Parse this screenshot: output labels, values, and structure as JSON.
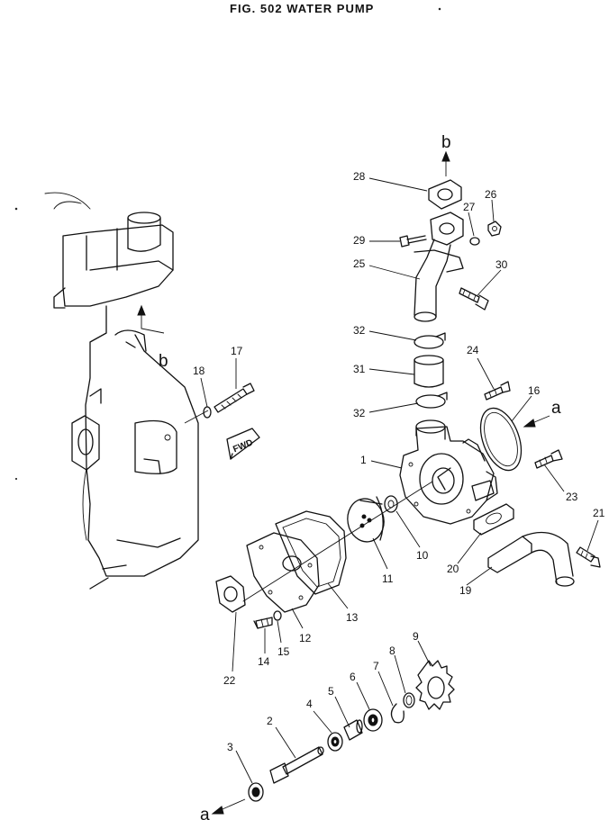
{
  "title": "FIG. 502  WATER PUMP",
  "ref_letters": {
    "b": "b",
    "a": "a"
  },
  "fwd_label": "FWD",
  "labels": {
    "n1": "1",
    "n2": "2",
    "n3": "3",
    "n4": "4",
    "n5": "5",
    "n6": "6",
    "n7": "7",
    "n8": "8",
    "n9": "9",
    "n10": "10",
    "n11": "11",
    "n12": "12",
    "n13": "13",
    "n14": "14",
    "n15": "15",
    "n16": "16",
    "n17": "17",
    "n18": "18",
    "n19": "19",
    "n20": "20",
    "n21": "21",
    "n22": "22",
    "n23": "23",
    "n24": "24",
    "n25": "25",
    "n26": "26",
    "n27": "27",
    "n28": "28",
    "n29": "29",
    "n30": "30",
    "n31": "31",
    "n32a": "32",
    "n32b": "32"
  }
}
